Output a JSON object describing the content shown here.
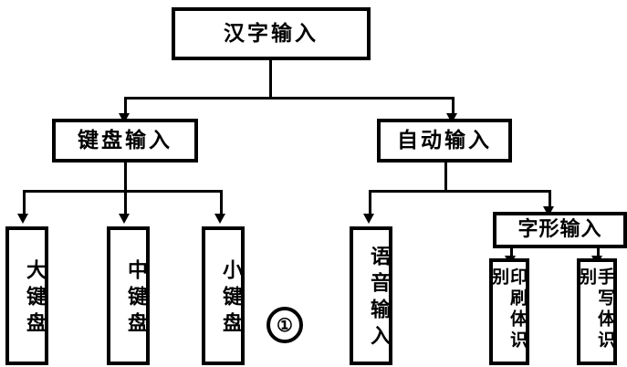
{
  "figure": {
    "title": "汉字输入",
    "marker_label": "①",
    "marker_number": "1",
    "ink_color": "#000000",
    "background_color": "#ffffff"
  },
  "nodes": {
    "root": {
      "label": "汉字输入"
    },
    "keyboard_input": {
      "label": "键盘输入"
    },
    "auto_input": {
      "label": "自动输入"
    },
    "large_keyboard": {
      "label": "大键盘"
    },
    "medium_keyboard": {
      "label": "中键盘"
    },
    "small_keyboard": {
      "label": "小键盘"
    },
    "speech_input": {
      "label": "语音输入"
    },
    "glyph_input": {
      "label": "字形输入"
    },
    "print_recognition": {
      "label": "印刷体识别"
    },
    "handwriting_recognition": {
      "label": "手写体识别"
    }
  },
  "chart_data": {
    "type": "tree",
    "title": "汉字输入",
    "root": "汉字输入",
    "edges": [
      {
        "from": "汉字输入",
        "to": "键盘输入"
      },
      {
        "from": "汉字输入",
        "to": "自动输入"
      },
      {
        "from": "键盘输入",
        "to": "大键盘"
      },
      {
        "from": "键盘输入",
        "to": "中键盘"
      },
      {
        "from": "键盘输入",
        "to": "小键盘"
      },
      {
        "from": "自动输入",
        "to": "语音输入"
      },
      {
        "from": "自动输入",
        "to": "字形输入"
      },
      {
        "from": "字形输入",
        "to": "印刷体识别"
      },
      {
        "from": "字形输入",
        "to": "手写体识别"
      }
    ],
    "levels": [
      [
        "汉字输入"
      ],
      [
        "键盘输入",
        "自动输入"
      ],
      [
        "大键盘",
        "中键盘",
        "小键盘",
        "语音输入",
        "字形输入"
      ],
      [
        "印刷体识别",
        "手写体识别"
      ]
    ],
    "annotations": [
      "①"
    ],
    "orientation": "top-down",
    "edge_style": "orthogonal-arrow"
  }
}
